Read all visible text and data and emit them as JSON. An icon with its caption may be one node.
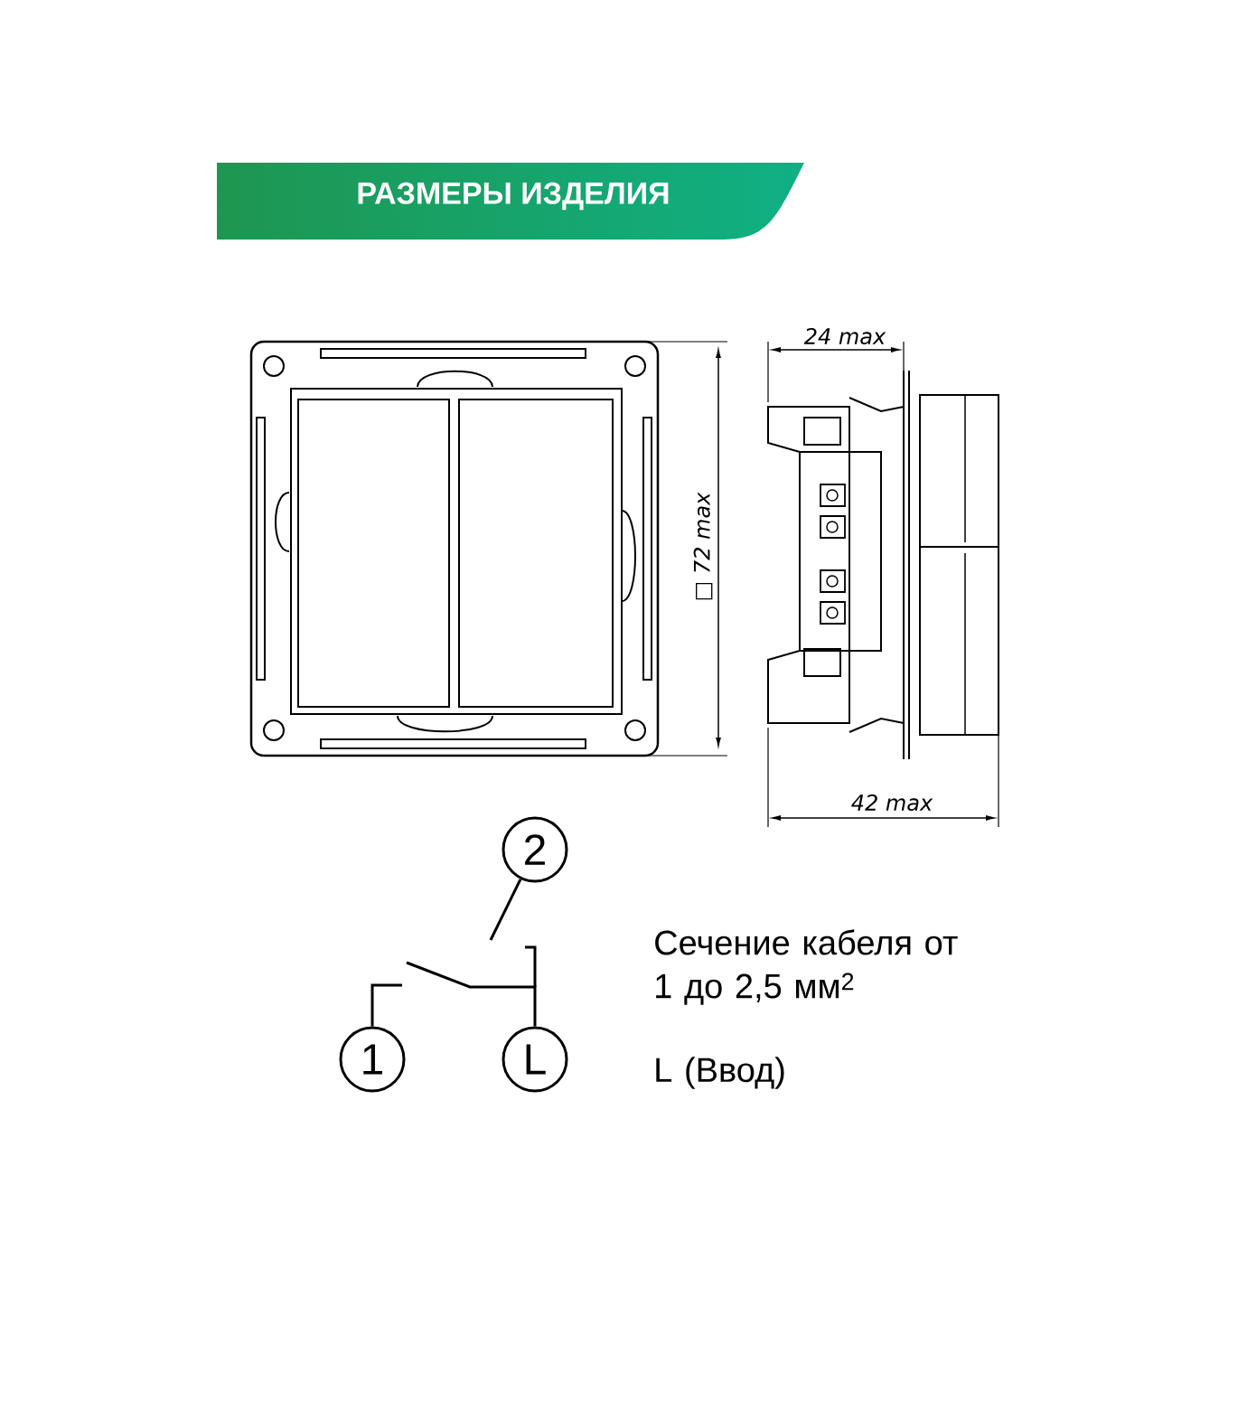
{
  "diagram": {
    "title": "РАЗМЕРЫ ИЗДЕЛИЯ",
    "nodes": [
      {
        "text": [
          "2"
        ]
      },
      {
        "text": [
          "1"
        ]
      },
      {
        "text": [
          "L"
        ]
      }
    ],
    "edges": [
      {
        "from": 0,
        "to": null,
        "arrow": "none"
      },
      {
        "from": 1,
        "to": null,
        "arrow": "none"
      },
      {
        "from": 2,
        "to": null,
        "arrow": "none"
      }
    ],
    "labels": [
      "24 max",
      "□ 72 max",
      "42 max",
      "Сечение кабеля от 1 до 2,5 мм$^{2}$",
      "L (Ввод)"
    ]
  }
}
